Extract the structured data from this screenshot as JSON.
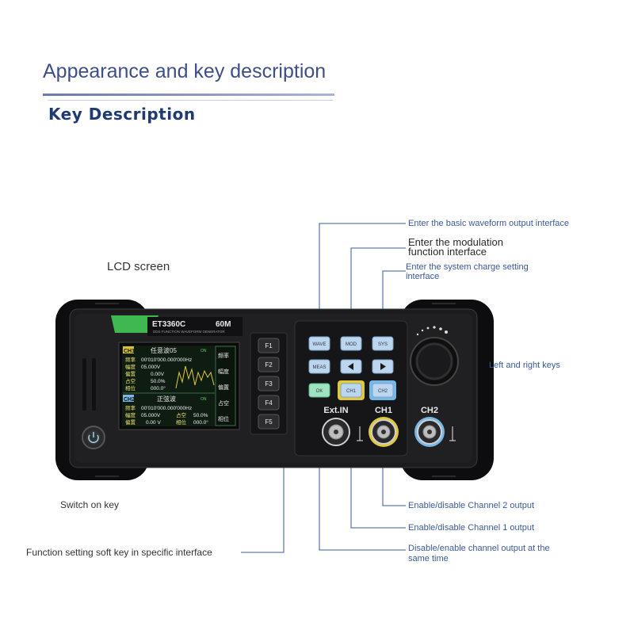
{
  "header": {
    "title": "Appearance and key description",
    "subtitle": "Key Description"
  },
  "device": {
    "model": "ET3360C",
    "bandwidth": "60M",
    "model_sub": "DDS FUNCTION WAVEFORM GENERATOR",
    "keys": {
      "wave": "WAVE",
      "mod": "MOD",
      "sys": "SYS",
      "meas": "MEAS",
      "ok": "OK",
      "ch1": "CH1",
      "ch2": "CH2"
    },
    "softkeys": [
      "F1",
      "F2",
      "F3",
      "F4",
      "F5"
    ],
    "connectors": {
      "ext_in": "Ext.IN",
      "ch1": "CH1",
      "ch2": "CH2"
    },
    "screen": {
      "ch1_tag": "CH1",
      "ch1_wave": "任意波05",
      "ch1_state": "ON",
      "ch1_rows": [
        [
          "频率",
          "00'010'000.000'000Hz"
        ],
        [
          "幅度",
          "05.000V"
        ],
        [
          "偏置",
          "0.00V"
        ],
        [
          "占空",
          "50.0%"
        ],
        [
          "相位",
          "000.0°"
        ]
      ],
      "ch2_tag": "CH2",
      "ch2_wave": "正弦波",
      "ch2_state": "ON",
      "ch2_rows": [
        [
          "频率",
          "00'010'000.000'000Hz"
        ],
        [
          "幅度",
          "05.000V",
          "占空",
          "50.0%"
        ],
        [
          "偏置",
          "0.00 V",
          "相位",
          "000.0°"
        ]
      ],
      "menu": [
        "频率",
        "幅度",
        "偏置",
        "占空",
        "相位"
      ]
    }
  },
  "annotations": {
    "wave": "Enter the basic waveform output interface",
    "mod_line1": "Enter the modulation",
    "mod_line2": "function interface",
    "sys_line1": "Enter the system charge setting",
    "sys_line2": "interface",
    "lcd": "LCD screen",
    "lr_keys": "Left and right keys",
    "power": "Switch on key",
    "softkey": "Function setting soft key in specific interface",
    "ch2_out": "Enable/disable Channel 2 output",
    "ch1_out": "Enable/disable Channel 1 output",
    "both_line1": "Disable/enable channel output at the",
    "both_line2": "same time"
  },
  "colors": {
    "title": "#3e4f88",
    "subtitle": "#1f3a73",
    "callout_line": "#3a5a98",
    "device_body": "#1c1c1e",
    "key_blue": "#bcd6ef",
    "key_green": "#9fe3c1",
    "ch1_yellow": "#e0c93a",
    "ch2_blue": "#77b8e6"
  }
}
